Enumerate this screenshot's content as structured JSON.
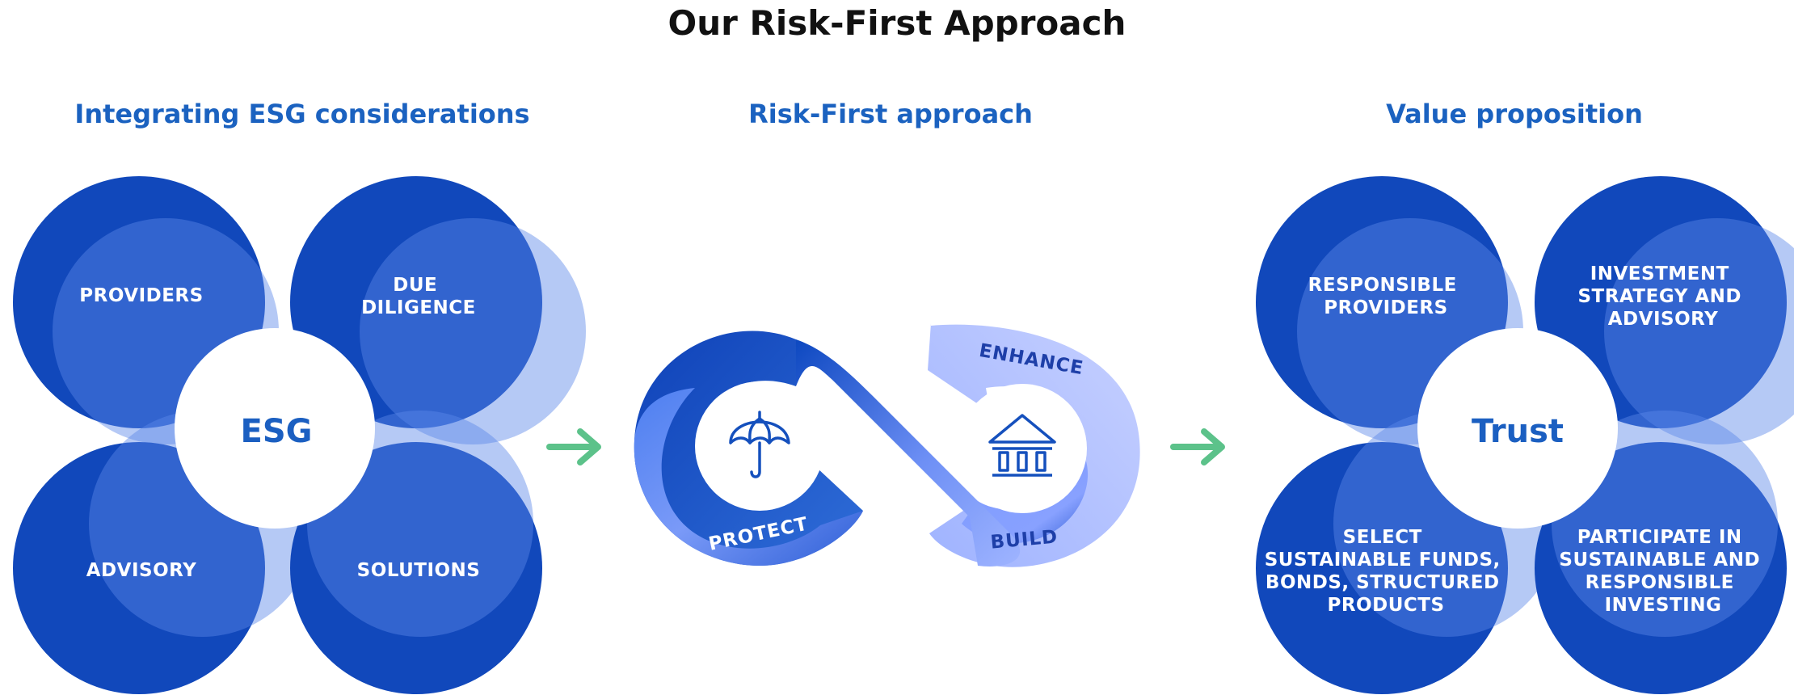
{
  "title": "Our Risk-First Approach",
  "esg_panel": {
    "heading": "Integrating ESG considerations",
    "hub": "ESG",
    "petals": [
      {
        "lines": [
          "PROVIDERS"
        ]
      },
      {
        "lines": [
          "DUE",
          "DILIGENCE"
        ]
      },
      {
        "lines": [
          "ADVISORY"
        ]
      },
      {
        "lines": [
          "SOLUTIONS"
        ]
      }
    ]
  },
  "risk_panel": {
    "heading": "Risk-First approach",
    "labels": {
      "protect": "PROTECT",
      "enhance": "ENHANCE",
      "build": "BUILD"
    },
    "icons": {
      "left": "umbrella-icon",
      "right": "bank-icon"
    }
  },
  "value_panel": {
    "heading": "Value proposition",
    "hub": "Trust",
    "petals": [
      {
        "lines": [
          "RESPONSIBLE",
          "PROVIDERS"
        ]
      },
      {
        "lines": [
          "INVESTMENT",
          "STRATEGY AND",
          "ADVISORY"
        ]
      },
      {
        "lines": [
          "SELECT",
          "SUSTAINABLE FUNDS,",
          "BONDS, STRUCTURED",
          "PRODUCTS"
        ]
      },
      {
        "lines": [
          "PARTICIPATE IN",
          "SUSTAINABLE AND",
          "RESPONSIBLE",
          "INVESTING"
        ]
      }
    ]
  },
  "colors": {
    "primary": "#1148bb",
    "accent": "#1b62c0",
    "arrow": "#5cc28a",
    "light": "#c2ccff"
  }
}
